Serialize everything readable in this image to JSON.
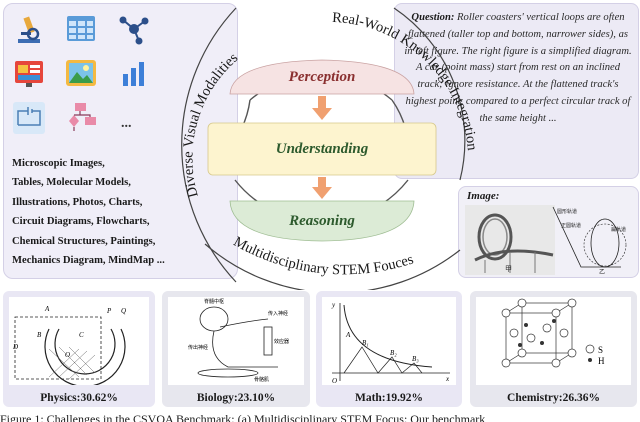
{
  "left_panel": {
    "icons": [
      "microscope-icon",
      "table-icon",
      "molecule-icon",
      "dashboard-icon",
      "photo-icon",
      "bar-chart-icon",
      "circuit-icon",
      "flowchart-icon",
      "more-icon"
    ],
    "more_label": "...",
    "modalities": [
      "Microscopic Images,",
      "Tables, Molecular Models,",
      "Illustrations, Photos, Charts,",
      "Circuit Diagrams, Flowcharts,",
      "Chemical Structures, Paintings,",
      "Mechanics Diagram, MindMap ..."
    ]
  },
  "center": {
    "arc_left": "Diverse Visual Modalities",
    "arc_top_right": "Real-World Knowledge Integration",
    "arc_bottom": "Multidisciplinary STEM Fouces",
    "stages": [
      "Perception",
      "Understanding",
      "Reasoning"
    ],
    "stage_colors": [
      "#f6e3e3",
      "#fdf4cf",
      "#dcebd6"
    ],
    "stage_text_colors": [
      "#8a3030",
      "#2d5a2d",
      "#2d5a2d"
    ],
    "arrow_color": "#f0a070"
  },
  "question": {
    "label": "Question:",
    "text": " Roller coasters' vertical loops are often flattened (taller top and bottom, narrower sides), as in left figure. The right figure is a simplified diagram. A car (point mass) start from rest on an inclined track; ignore resistance. At the flattened track's highest point, compared to a perfect circular track of the same height ..."
  },
  "image_panel": {
    "label": "Image:",
    "left_caption": "甲",
    "right_caption": "乙",
    "right_label_1": "圆形轨道",
    "right_label_2": "正圆轨道",
    "right_label_3": "扁轨道"
  },
  "subjects": [
    {
      "caption": "Physics:30.62%",
      "bg": "#e9e7f4",
      "letters": [
        "A",
        "B",
        "C",
        "D",
        "O",
        "P",
        "Q"
      ]
    },
    {
      "caption": "Biology:23.10%",
      "bg": "#e7e7ee",
      "labels": [
        "脊髓中枢",
        "传入神经",
        "传出神经",
        "效应器",
        "骨骼肌"
      ]
    },
    {
      "caption": "Math:19.92%",
      "bg": "#e9e7f4",
      "letters": [
        "y",
        "O",
        "x",
        "A",
        "B₁",
        "B₂",
        "B₃"
      ]
    },
    {
      "caption": "Chemistry:26.36%",
      "bg": "#e7e7ee",
      "legend": [
        "S",
        "H"
      ]
    }
  ],
  "figure_caption": "Figure 1: Challenges in the CSVQA Benchmark: (a) Multidisciplinary STEM Focus: Our benchmark"
}
